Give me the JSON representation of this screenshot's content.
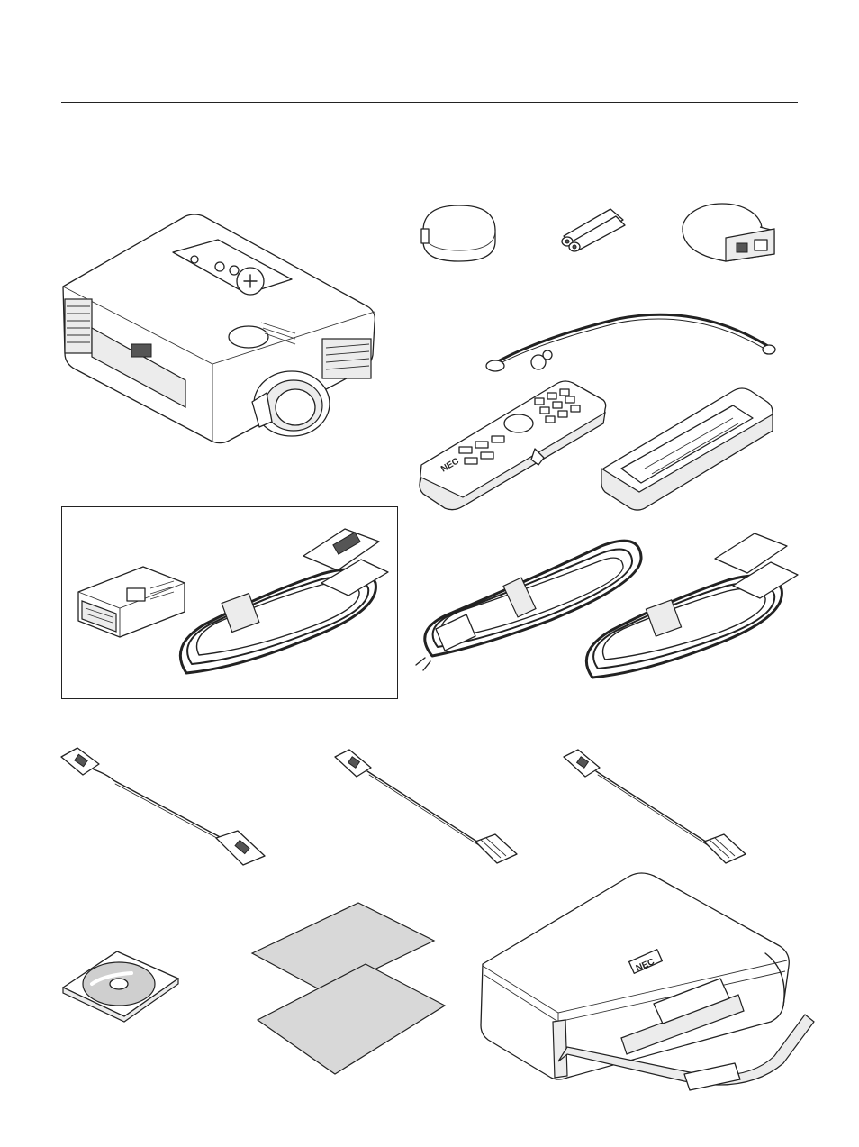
{
  "page": {
    "background": "#ffffff",
    "line_color": "#222222"
  },
  "items": [
    {
      "id": "projector",
      "icon": "projector-icon"
    },
    {
      "id": "lens-cap",
      "icon": "lens-cap-icon"
    },
    {
      "id": "batteries",
      "icon": "aa-batteries-icon"
    },
    {
      "id": "remote-receiver",
      "icon": "remote-receiver-icon"
    },
    {
      "id": "lens-cap-strap",
      "icon": "strap-icon"
    },
    {
      "id": "remote-control",
      "icon": "remote-control-icon"
    },
    {
      "id": "remote-holder",
      "icon": "remote-holder-icon"
    },
    {
      "id": "dvi-vga-adapter",
      "icon": "adapter-icon"
    },
    {
      "id": "dvi-cable",
      "icon": "coiled-cable-icon"
    },
    {
      "id": "power-cord",
      "icon": "power-cord-icon"
    },
    {
      "id": "vga-cable",
      "icon": "coiled-cable-icon"
    },
    {
      "id": "usb-cable",
      "icon": "usb-cable-icon"
    },
    {
      "id": "mouse-cable-1",
      "icon": "pc-control-cable-icon"
    },
    {
      "id": "mouse-cable-2",
      "icon": "pc-control-cable-icon"
    },
    {
      "id": "cd-rom",
      "icon": "cd-rom-icon"
    },
    {
      "id": "manuals",
      "icon": "document-sheets-icon"
    },
    {
      "id": "carrying-case",
      "icon": "carrying-case-icon"
    }
  ],
  "brand_marks": {
    "remote": "NEC",
    "case": "NEC"
  }
}
